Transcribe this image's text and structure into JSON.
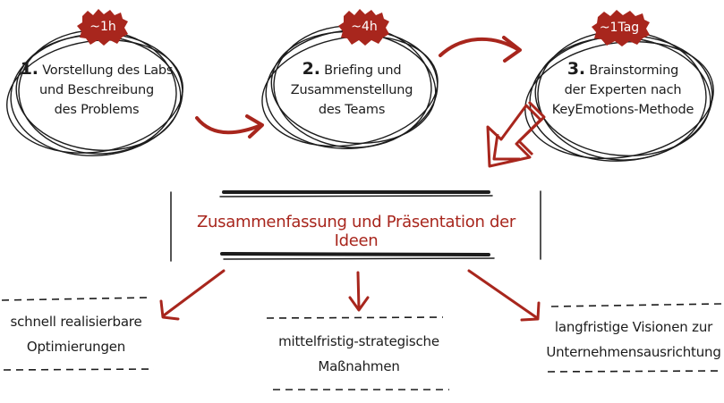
{
  "steps": [
    {
      "number": "1.",
      "lines": [
        "Vorstellung des Labs",
        "und Beschreibung",
        "des Problems"
      ],
      "duration": "~1h"
    },
    {
      "number": "2.",
      "lines": [
        "Briefing und",
        "Zusammenstellung",
        "des Teams"
      ],
      "duration": "~4h"
    },
    {
      "number": "3.",
      "lines": [
        "Brainstorming",
        "der Experten nach",
        "KeyEmotions-Methode"
      ],
      "duration": "~1Tag"
    }
  ],
  "summary": "Zusammenfassung und Präsentation der Ideen",
  "outcomes": [
    {
      "lines": [
        "schnell realisierbare",
        "Optimierungen"
      ]
    },
    {
      "lines": [
        "mittelfristig-strategische",
        "Maßnahmen"
      ]
    },
    {
      "lines": [
        "langfristige Visionen zur",
        "Unternehmensausrichtung"
      ]
    }
  ],
  "colors": {
    "accent": "#a8261d",
    "ink": "#1c1c1c"
  }
}
